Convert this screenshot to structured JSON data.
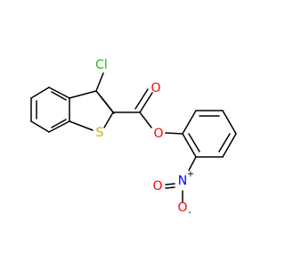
{
  "colors": {
    "bond": "#000000",
    "chlorine": "#1fb81f",
    "sulfur": "#c6b400",
    "oxygen": "#ff0000",
    "nitrogen": "#0000ff"
  },
  "atoms": {
    "cl": "Cl",
    "s": "S",
    "o_carbonyl": "O",
    "o_ester": "O",
    "n": "N",
    "n_charge": "+",
    "o_nitro_double": "O",
    "o_nitro_single": "O",
    "o_minus": "-"
  }
}
